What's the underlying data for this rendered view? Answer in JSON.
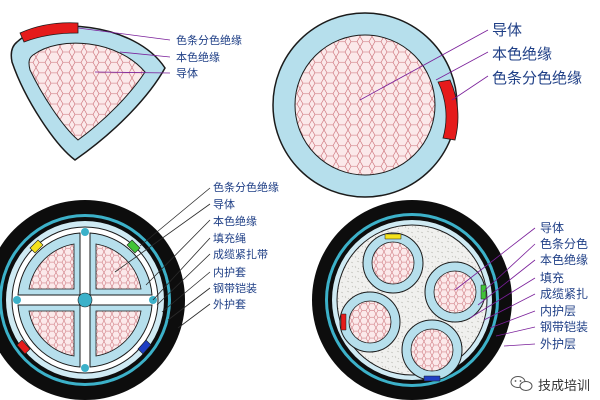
{
  "diagrams": {
    "sector_core": {
      "labels": [
        "色条分色绝缘",
        "本色绝缘",
        "导体"
      ]
    },
    "round_core": {
      "labels": [
        "导体",
        "本色绝缘",
        "色条分色绝缘"
      ]
    },
    "four_core_sector_cable": {
      "labels": [
        "色条分色绝缘",
        "导体",
        "本色绝缘",
        "填充绳",
        "成缆紧扎带",
        "内护套",
        "钢带铠装",
        "外护套"
      ]
    },
    "four_core_round_cable": {
      "labels": [
        "导体",
        "色条分色",
        "本色绝缘",
        "填充",
        "成缆紧扎",
        "内护层",
        "钢带铠装",
        "外护层"
      ]
    }
  },
  "watermark": {
    "text": "技成培训"
  },
  "colors": {
    "insulation": "#b6dfec",
    "conductor_bg": "#fbe9ea",
    "conductor_mesh": "#c96a72",
    "color_stripe_red": "#e51b1b",
    "color_stripe_yellow": "#f4e21c",
    "color_stripe_green": "#41c438",
    "color_stripe_blue": "#1f3fc4",
    "outer_sheath": "#0d0d0d",
    "armor_blue": "#3cb1c9",
    "label_text": "#1f3f86"
  }
}
